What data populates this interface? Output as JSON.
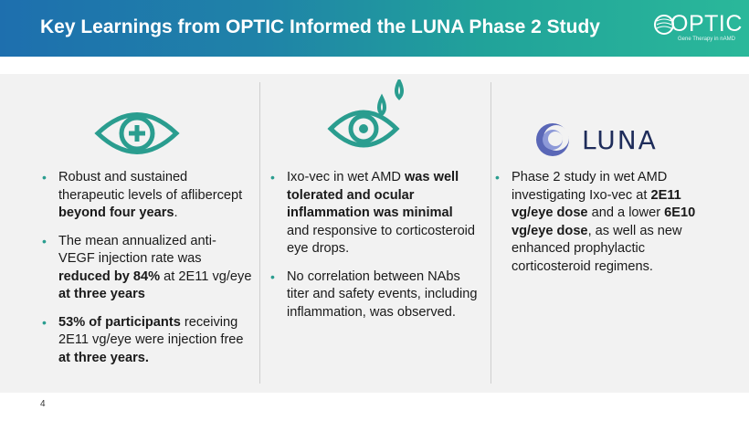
{
  "header": {
    "title": "Key Learnings from OPTIC Informed the LUNA Phase 2 Study",
    "logo_word": "OPTIC",
    "logo_sub": "Gene Therapy in nAMD"
  },
  "columns": {
    "left": {
      "icon": "eye-plus-icon",
      "bullets": [
        {
          "pre": "Robust and sustained therapeutic levels of aflibercept ",
          "bold": "beyond four years",
          "post": "."
        },
        {
          "pre": "The mean annualized anti-VEGF injection rate was ",
          "bold": "reduced by 84%",
          "mid": " at 2E11 vg/eye ",
          "bold2": "at three years",
          "post": ""
        },
        {
          "pre": "",
          "bold": "53% of participants",
          "mid": " receiving 2E11 vg/eye were injection free ",
          "bold2": "at three years.",
          "post": ""
        }
      ]
    },
    "middle": {
      "icon": "eye-drops-icon",
      "bullets": [
        {
          "pre": "Ixo-vec in wet AMD ",
          "bold": "was well tolerated and ocular inflammation was minimal",
          "post": " and responsive to corticosteroid eye drops."
        },
        {
          "pre": "No correlation between NAbs titer and safety events, including inflammation, was observed.",
          "bold": "",
          "post": ""
        }
      ]
    },
    "right": {
      "logo_word": "LUNA",
      "bullets": [
        {
          "pre": "Phase 2 study in wet AMD investigating Ixo-vec at ",
          "bold": "2E11 vg/eye dose",
          "mid": " and a lower ",
          "bold2": "6E10 vg/eye dose",
          "post": ", as well as new enhanced prophylactic corticosteroid regimens."
        }
      ]
    }
  },
  "footer": {
    "page_number": "4"
  },
  "colors": {
    "teal": "#2a9d8f",
    "navy": "#1e2c5a",
    "panel_bg": "#f2f2f2"
  }
}
